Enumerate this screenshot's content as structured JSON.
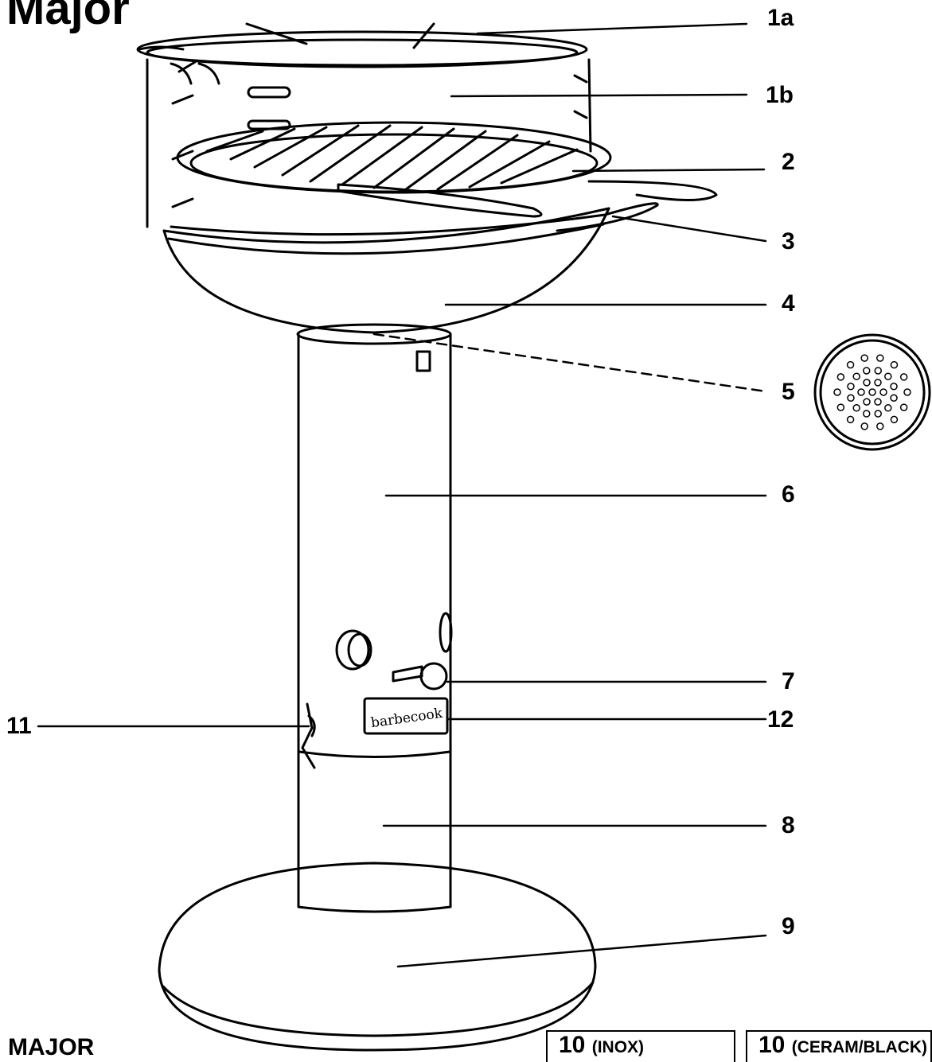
{
  "title": "Major",
  "model_caption": "MAJOR",
  "brand_plate": "barbecook",
  "labels": {
    "p1a": "1a",
    "p1b": "1b",
    "p2": "2",
    "p3": "3",
    "p4": "4",
    "p5": "5",
    "p6": "6",
    "p7": "7",
    "p8": "8",
    "p9": "9",
    "p11": "11",
    "p12": "12"
  },
  "variant_boxes": [
    {
      "number": "10",
      "suffix": "(INOX)"
    },
    {
      "number": "10",
      "suffix": "(CERAM/BLACK)"
    }
  ]
}
